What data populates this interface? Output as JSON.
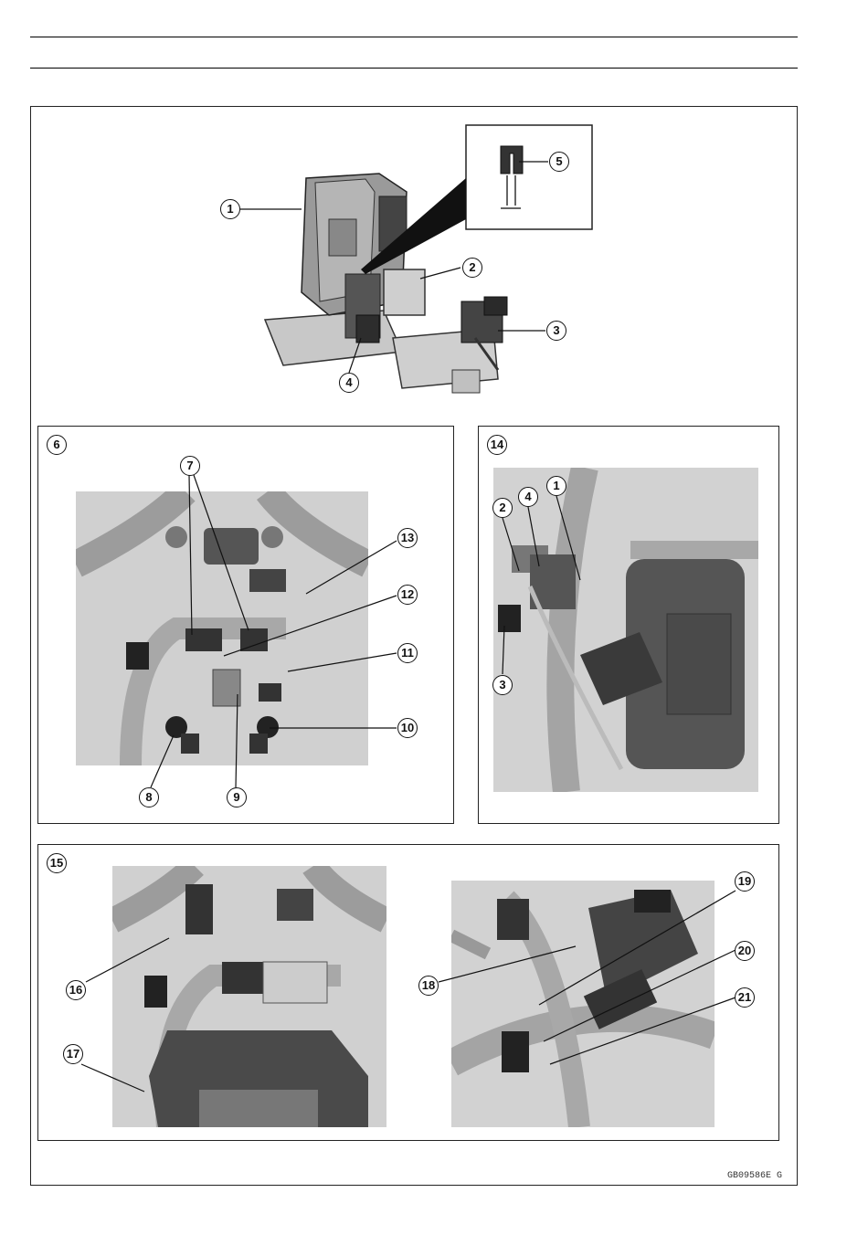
{
  "callouts": {
    "c1": "1",
    "c2": "2",
    "c3": "3",
    "c4": "4",
    "c5": "5",
    "c6": "6",
    "c7": "7",
    "c8": "8",
    "c9": "9",
    "c10": "10",
    "c11": "11",
    "c12": "12",
    "c13": "13",
    "c14": "14",
    "c14_1": "1",
    "c14_2": "2",
    "c14_3": "3",
    "c14_4": "4",
    "c15": "15",
    "c16": "16",
    "c17": "17",
    "c18": "18",
    "c19": "19",
    "c20": "20",
    "c21": "21"
  },
  "figure_code": "GB09586E  G",
  "colors": {
    "line": "#111111",
    "photo_bg": "#d8d8d8",
    "metal": "#b8b8b8",
    "dark": "#3a3a3a"
  }
}
